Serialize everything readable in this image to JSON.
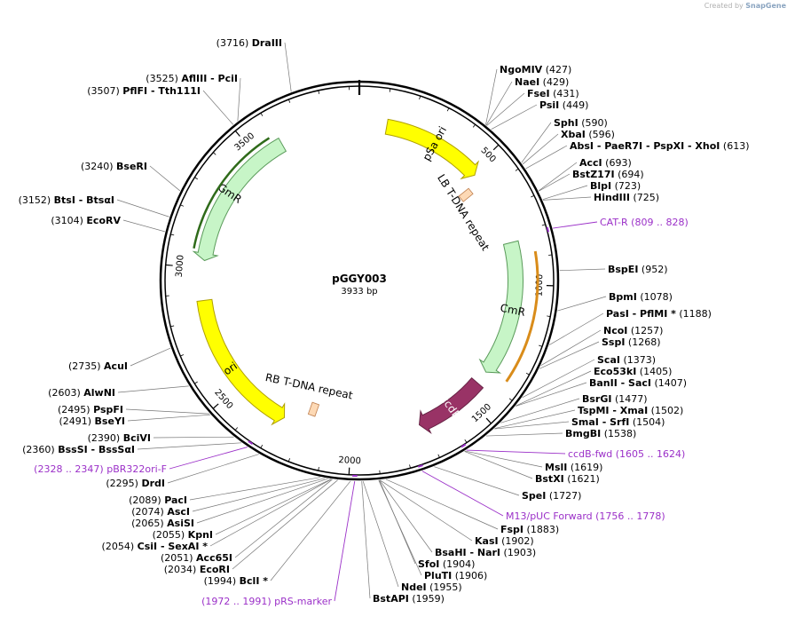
{
  "credit": {
    "prefix": "Created by",
    "brand": "SnapGene"
  },
  "plasmid": {
    "name": "pGGY003",
    "length_label": "3933 bp",
    "length": 3933
  },
  "ticks": [
    "500",
    "1000",
    "1500",
    "2000",
    "2500",
    "3000",
    "3500"
  ],
  "features": [
    {
      "label": "pSa ori",
      "start": 110,
      "end": 520,
      "strand": 1,
      "color": "#ffff00",
      "stroke": "#b0a000",
      "text": "#000000"
    },
    {
      "label": "CmR",
      "start": 830,
      "end": 1375,
      "strand": 1,
      "color": "#c7f5c7",
      "stroke": "#5a9a5a",
      "text": "#000000"
    },
    {
      "label": "ccdB",
      "start": 1430,
      "end": 1720,
      "strand": 1,
      "color": "#993366",
      "stroke": "#662244",
      "text": "#ffffff"
    },
    {
      "label": "ori",
      "start": 2280,
      "end": 2870,
      "strand": -1,
      "color": "#ffff00",
      "stroke": "#b0a000",
      "text": "#000000"
    },
    {
      "label": "GmR",
      "start": 3030,
      "end": 3610,
      "strand": -1,
      "color": "#c7f5c7",
      "stroke": "#5a9a5a",
      "text": "#000000"
    }
  ],
  "repeats": [
    {
      "label": "LB T-DNA repeat",
      "pos": 560
    },
    {
      "label": "RB T-DNA repeat",
      "pos": 2180
    }
  ],
  "sites": [
    {
      "pos": "3716",
      "name": "DraIII"
    },
    {
      "pos": "3525",
      "name": "AflIII",
      "extra": "PciI"
    },
    {
      "pos": "3507",
      "name": "PflFI",
      "extra": "Tth111I"
    },
    {
      "pos": "3240",
      "name": "BseRI"
    },
    {
      "pos": "3152",
      "name": "BtsI",
      "extra": "BtsαI"
    },
    {
      "pos": "3104",
      "name": "EcoRV"
    },
    {
      "pos": "2735",
      "name": "AcuI"
    },
    {
      "pos": "2603",
      "name": "AlwNI"
    },
    {
      "pos": "2495",
      "name": "PspFI"
    },
    {
      "pos": "2491",
      "name": "BseYI"
    },
    {
      "pos": "2390",
      "name": "BciVI"
    },
    {
      "pos": "2360",
      "name": "BssSI",
      "extra": "BssSαI"
    },
    {
      "pos": "2295",
      "name": "DrdI"
    },
    {
      "pos": "2089",
      "name": "PacI"
    },
    {
      "pos": "2074",
      "name": "AscI"
    },
    {
      "pos": "2065",
      "name": "AsiSI"
    },
    {
      "pos": "2055",
      "name": "KpnI"
    },
    {
      "pos": "2054",
      "name": "CsiI",
      "extra": "SexAI *"
    },
    {
      "pos": "2051",
      "name": "Acc65I"
    },
    {
      "pos": "2034",
      "name": "EcoRI"
    },
    {
      "pos": "1994",
      "name": "BclI *"
    },
    {
      "pos": "427",
      "name": "NgoMIV"
    },
    {
      "pos": "429",
      "name": "NaeI"
    },
    {
      "pos": "431",
      "name": "FseI"
    },
    {
      "pos": "449",
      "name": "PsiI"
    },
    {
      "pos": "590",
      "name": "SphI"
    },
    {
      "pos": "596",
      "name": "XbaI"
    },
    {
      "pos": "613",
      "name": "AbsI",
      "extra": "PaeR7I",
      "extra2": "PspXI",
      "extra3": "XhoI"
    },
    {
      "pos": "693",
      "name": "AccI"
    },
    {
      "pos": "694",
      "name": "BstZ17I"
    },
    {
      "pos": "723",
      "name": "BlpI"
    },
    {
      "pos": "725",
      "name": "HindIII"
    },
    {
      "pos": "952",
      "name": "BspEI"
    },
    {
      "pos": "1078",
      "name": "BpmI"
    },
    {
      "pos": "1188",
      "name": "PasI",
      "extra": "PflMI *"
    },
    {
      "pos": "1257",
      "name": "NcoI"
    },
    {
      "pos": "1268",
      "name": "SspI"
    },
    {
      "pos": "1373",
      "name": "ScaI"
    },
    {
      "pos": "1405",
      "name": "Eco53kI"
    },
    {
      "pos": "1407",
      "name": "BanII",
      "extra": "SacI"
    },
    {
      "pos": "1477",
      "name": "BsrGI"
    },
    {
      "pos": "1502",
      "name": "TspMI",
      "extra": "XmaI"
    },
    {
      "pos": "1504",
      "name": "SmaI",
      "extra": "SrfI"
    },
    {
      "pos": "1538",
      "name": "BmgBI"
    },
    {
      "pos": "1619",
      "name": "MslI"
    },
    {
      "pos": "1621",
      "name": "BstXI"
    },
    {
      "pos": "1727",
      "name": "SpeI"
    },
    {
      "pos": "1883",
      "name": "FspI"
    },
    {
      "pos": "1902",
      "name": "KasI"
    },
    {
      "pos": "1903",
      "name": "BsaHI",
      "extra": "NarI"
    },
    {
      "pos": "1904",
      "name": "SfoI"
    },
    {
      "pos": "1906",
      "name": "PluTI"
    },
    {
      "pos": "1955",
      "name": "NdeI"
    },
    {
      "pos": "1959",
      "name": "BstAPI"
    }
  ],
  "primers": [
    {
      "label": "CAT-R",
      "range": "(809 .. 828)",
      "pos": 818
    },
    {
      "label": "ccdB-fwd",
      "range": "(1605 .. 1624)",
      "pos": 1614
    },
    {
      "label": "M13/pUC Forward",
      "range": "(1756 .. 1778)",
      "pos": 1767
    },
    {
      "label": "pRS-marker",
      "range": "(1972 .. 1991)",
      "pos": 1981
    },
    {
      "label": "pBR322ori-F",
      "range": "(2328 .. 2347)",
      "pos": 2337
    }
  ],
  "colors": {
    "backbone": "#000000",
    "primer": "#9b30c8",
    "arrow_cmr_outline": "#d98c1a"
  }
}
